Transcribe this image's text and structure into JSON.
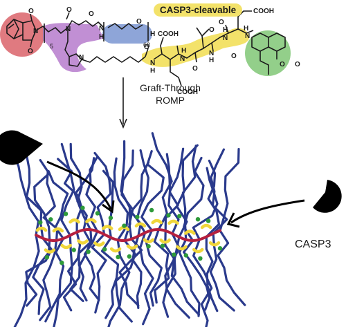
{
  "top": {
    "cleavable_label": "CASP3-cleavable",
    "atoms": {
      "o1": "O",
      "o2": "O",
      "n_imide": "N",
      "sub5": "5",
      "n_amide": "N",
      "o3": "O",
      "o4": "O",
      "n_h1": "N",
      "h1": "H",
      "o_peg": "O",
      "sub68": "68",
      "h_peg": "H",
      "n_triazole": "N",
      "nh2": "N",
      "h2": "H",
      "o5": "O",
      "cooh1": "COOH",
      "nh3": "N",
      "h3": "H",
      "o6": "O",
      "nh4": "N",
      "h4": "H",
      "o7": "O",
      "nh5": "N",
      "h5": "H",
      "cooh2": "COOH",
      "cooh3": "COOH",
      "o8": "O",
      "o9": "O",
      "nh6": "N",
      "h6": "H",
      "o_cou1": "O",
      "o_cou2": "O"
    },
    "colors": {
      "norbornene": "#e07a80",
      "linker": "#c18fd4",
      "peg": "#8ea5d8",
      "peptide": "#f3e26a",
      "coumarin": "#93cf8a"
    }
  },
  "arrow": {
    "caption_line1": "Graft-Through",
    "caption_line2": "ROMP"
  },
  "bottom": {
    "enzyme_label": "CASP3",
    "colors": {
      "backbone": "#b5203f",
      "brush": "#2a3a8c",
      "peptide": "#f0d63a",
      "dots": "#2e9a3a",
      "enzyme": "#000000"
    }
  }
}
